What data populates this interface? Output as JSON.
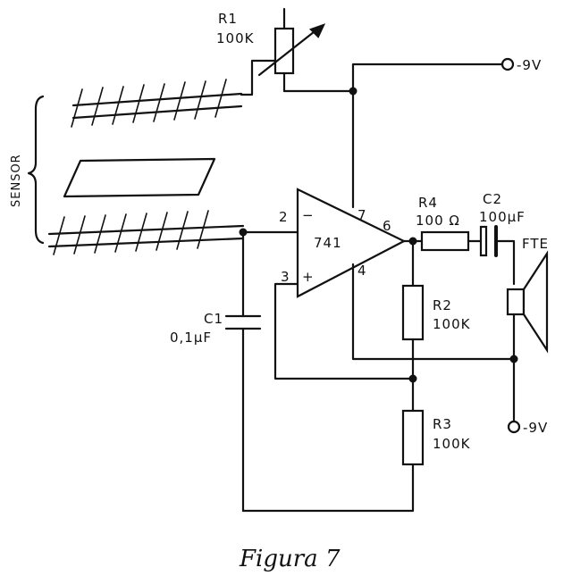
{
  "diagram": {
    "caption": "Figura 7",
    "r1": {
      "name": "R1",
      "value": "100K"
    },
    "r2": {
      "name": "R2",
      "value": "100K"
    },
    "r3": {
      "name": "R3",
      "value": "100K"
    },
    "r4": {
      "name": "R4",
      "value": "100 Ω"
    },
    "c1": {
      "name": "C1",
      "value": "0,1μF"
    },
    "c2": {
      "name": "C2",
      "value": "100μF"
    },
    "opamp": {
      "model": "741",
      "pin_inv": "2",
      "pin_noninv": "3",
      "pin_vplus": "7",
      "pin_vminus": "4",
      "pin_out": "6",
      "minus_sign": "−",
      "plus_sign": "+"
    },
    "sensor_label": "SENSOR",
    "speaker_label": "FTE",
    "supply_top": "-9V",
    "supply_bottom": "-9V"
  }
}
